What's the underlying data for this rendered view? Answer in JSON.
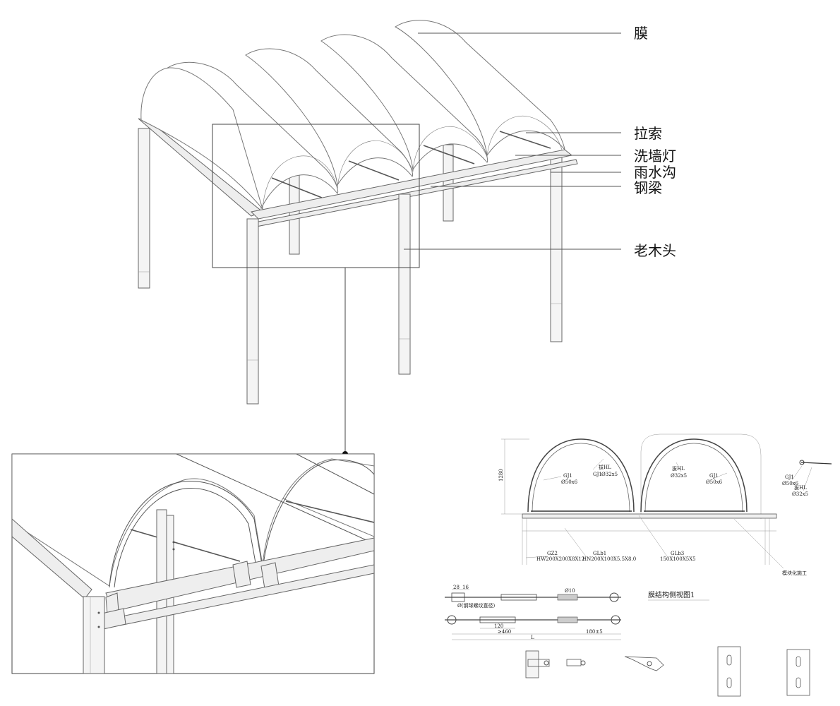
{
  "callouts": {
    "membrane": "膜",
    "cable": "拉索",
    "wash_light": "洗墙灯",
    "gutter": "雨水沟",
    "steel_beam": "钢梁",
    "old_wood": "老木头"
  },
  "section": {
    "height_dim": "1280",
    "gj1_a": "GJ1",
    "gj1_a_spec": "Ø50x6",
    "bar_hl_a": "拔HL",
    "bar_hl_a_gj": "GJ1",
    "bar_hl_a_spec": "Ø32x5",
    "bar_hl_b": "拔HL",
    "bar_hl_b_spec": "Ø32x5",
    "gj1_b": "GJ1",
    "gj1_b_spec": "Ø50x6",
    "gj1_c": "GJ1",
    "gj1_c_spec": "Ø50x6",
    "bar_hl_c": "拔HL",
    "bar_hl_c_spec": "Ø32x5",
    "gz2": "GZ2",
    "gz2_spec": "HW200X200X8X12",
    "glb1": "GLb1",
    "glb1_spec": "HN200X100X5.5X8.0",
    "glb3": "GLb3",
    "glb3_spec": "150X100X5X5",
    "module": "模块化施工",
    "title": "膜结构侧视图1"
  },
  "rod_detail": {
    "dim_a": "28",
    "dim_b": "16",
    "dim_c": "Ø10",
    "note": "Ø(钢球螺纹直径)",
    "dim_d": "120",
    "dim_e": "≥460",
    "dim_f": "180±5",
    "dim_l": "L"
  },
  "colors": {
    "line": "#555555",
    "fill": "#f4f4f4"
  }
}
